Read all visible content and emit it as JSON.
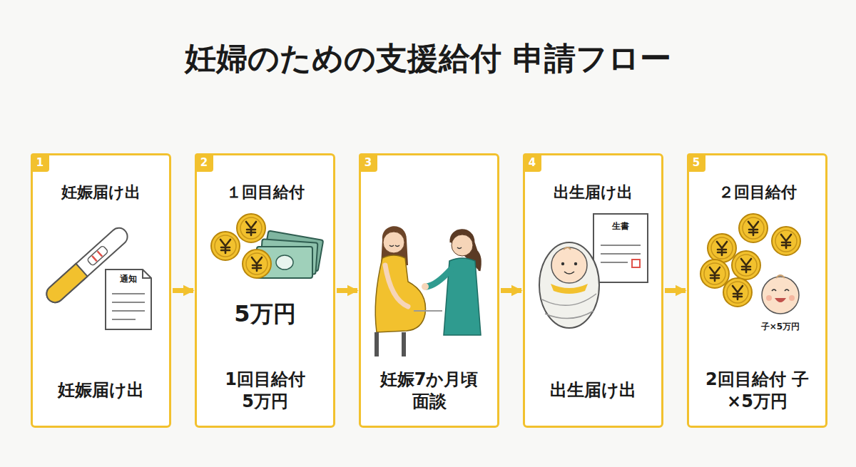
{
  "diagram": {
    "title": "妊婦のための支援給付 申請フロー",
    "nodes": [
      {
        "text": [
          "1",
          "妊娠届け出",
          "妊娠届け出"
        ]
      },
      {
        "text": [
          "2",
          "１回目給付",
          "5万円",
          "1回目給付 5万円"
        ]
      },
      {
        "text": [
          "3",
          "妊娠7か月頃 面談"
        ]
      },
      {
        "text": [
          "4",
          "出生届け出",
          "出生届け出"
        ]
      },
      {
        "text": [
          "5",
          "２回目給付",
          "2回目給付 子×5万円"
        ]
      }
    ],
    "edges": [
      {
        "from": 0,
        "to": 1,
        "arrow": "to"
      },
      {
        "from": 1,
        "to": 2,
        "arrow": "to"
      },
      {
        "from": 2,
        "to": 3,
        "arrow": "to"
      },
      {
        "from": 3,
        "to": 4,
        "arrow": "to"
      }
    ],
    "labels": [
      "通知",
      "生書",
      "子×5万円"
    ]
  }
}
